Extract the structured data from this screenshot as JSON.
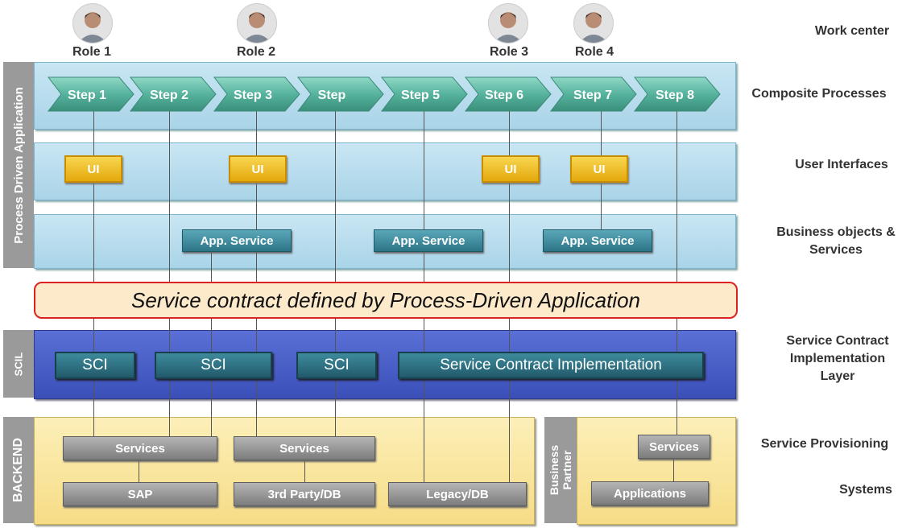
{
  "roles": [
    {
      "label": "Role 1"
    },
    {
      "label": "Role 2"
    },
    {
      "label": "Role 3"
    },
    {
      "label": "Role 4"
    }
  ],
  "side_tabs": {
    "pda": "Process Driven Application",
    "scil": "SCIL",
    "backend": "BACKEND",
    "business_partner": "Business Partner"
  },
  "right_labels": {
    "work_center": "Work center",
    "composite_processes": "Composite Processes",
    "user_interfaces": "User Interfaces",
    "business_objects": "Business objects & Services",
    "service_contract_layer": "Service Contract Implementation Layer",
    "service_provisioning": "Service Provisioning",
    "systems": "Systems"
  },
  "steps": [
    "Step 1",
    "Step 2",
    "Step 3",
    "Step",
    "Step 5",
    "Step 6",
    "Step 7",
    "Step 8"
  ],
  "ui_boxes": [
    "UI",
    "UI",
    "UI",
    "UI"
  ],
  "app_services": [
    "App. Service",
    "App. Service",
    "App. Service"
  ],
  "contract_text": "Service contract defined by Process-Driven Application",
  "sci_boxes": [
    "SCI",
    "SCI",
    "SCI",
    "Service Contract Implementation"
  ],
  "backend": {
    "services": [
      "Services",
      "Services"
    ],
    "systems": [
      "SAP",
      "3rd Party/DB",
      "Legacy/DB"
    ]
  },
  "partner": {
    "services": "Services",
    "applications": "Applications"
  },
  "colors": {
    "step_arrow": "#56b39d",
    "ui_yellow": "#f0c22a",
    "scil_blue": "#4a5fc9",
    "backend_yellow": "#fbe9a8",
    "contract_border": "#dd2222"
  }
}
